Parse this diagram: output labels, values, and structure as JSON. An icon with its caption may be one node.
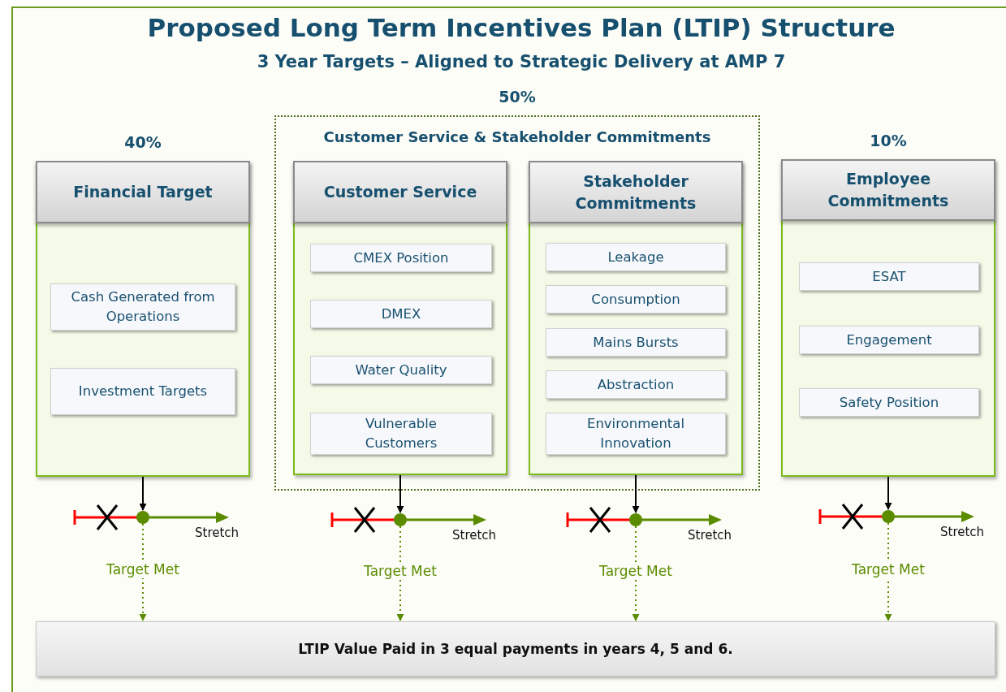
{
  "diagram": {
    "title": "Proposed Long Term Incentives Plan (LTIP) Structure",
    "caption": "3 Year Targets – Aligned to Strategic Delivery at AMP 7",
    "nodes": [
      {
        "text": [
          "Customer Service & Stakeholder Commitments"
        ],
        "beside": [
          "50%"
        ]
      },
      {
        "text": [
          "Financial Target"
        ],
        "beside": [
          "40%"
        ]
      },
      {
        "text": [
          "Cash Generated from Operations"
        ],
        "in": 1
      },
      {
        "text": [
          "Investment Targets"
        ],
        "in": 1
      },
      {
        "text": [
          "Customer Service"
        ],
        "in": 0
      },
      {
        "text": [
          "CMEX Position"
        ],
        "in": 4
      },
      {
        "text": [
          "DMEX"
        ],
        "in": 4
      },
      {
        "text": [
          "Water Quality"
        ],
        "in": 4
      },
      {
        "text": [
          "Vulnerable Customers"
        ],
        "in": 4
      },
      {
        "text": [
          "Stakeholder Commitments"
        ],
        "in": 0
      },
      {
        "text": [
          "Leakage"
        ],
        "in": 9
      },
      {
        "text": [
          "Consumption"
        ],
        "in": 9
      },
      {
        "text": [
          "Mains Bursts"
        ],
        "in": 9
      },
      {
        "text": [
          "Abstraction"
        ],
        "in": 9
      },
      {
        "text": [
          "Environmental Innovation"
        ],
        "in": 9
      },
      {
        "text": [
          "Employee Commitments"
        ],
        "beside": [
          "10%"
        ]
      },
      {
        "text": [
          "ESAT"
        ],
        "in": 15
      },
      {
        "text": [
          "Engagement"
        ],
        "in": 15
      },
      {
        "text": [
          "Safety Position"
        ],
        "in": 15
      },
      {
        "text": [
          "LTIP Value Paid in 3 equal payments in years 4, 5 and 6."
        ]
      },
      {
        "text": [],
        "shape": "circle"
      },
      {
        "text": [],
        "shape": "circle"
      },
      {
        "text": [],
        "shape": "circle"
      },
      {
        "text": [],
        "shape": "circle"
      }
    ],
    "edges": [
      {
        "from": 1,
        "to": 20,
        "arrow": "to"
      },
      {
        "from": 4,
        "to": 21,
        "arrow": "to"
      },
      {
        "from": 9,
        "to": 22,
        "arrow": "to"
      },
      {
        "from": 15,
        "to": 23,
        "arrow": "to"
      },
      {
        "from": 20,
        "to": 19,
        "arrow": "to",
        "label": "Target Met",
        "style": "dashed",
        "color": "#5b8c00"
      },
      {
        "from": 21,
        "to": 19,
        "arrow": "to",
        "label": "Target Met",
        "style": "dashed",
        "color": "#5b8c00"
      },
      {
        "from": 22,
        "to": 19,
        "arrow": "to",
        "label": "Target Met",
        "style": "dashed",
        "color": "#5b8c00"
      },
      {
        "from": 23,
        "to": 19,
        "arrow": "to",
        "label": "Target Met",
        "style": "dashed",
        "color": "#5b8c00"
      }
    ],
    "labels": [
      "Stretch",
      "Stretch",
      "Stretch",
      "Stretch"
    ]
  }
}
